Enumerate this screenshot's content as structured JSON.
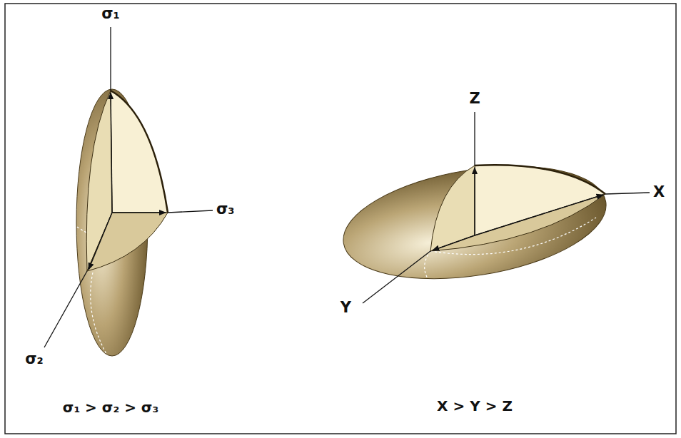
{
  "diagram": {
    "labels": [
      "σ₁",
      "σ₃",
      "σ₂",
      "σ₁ > σ₂ > σ₃",
      "Z",
      "X",
      "Y",
      "X > Y > Z"
    ]
  }
}
